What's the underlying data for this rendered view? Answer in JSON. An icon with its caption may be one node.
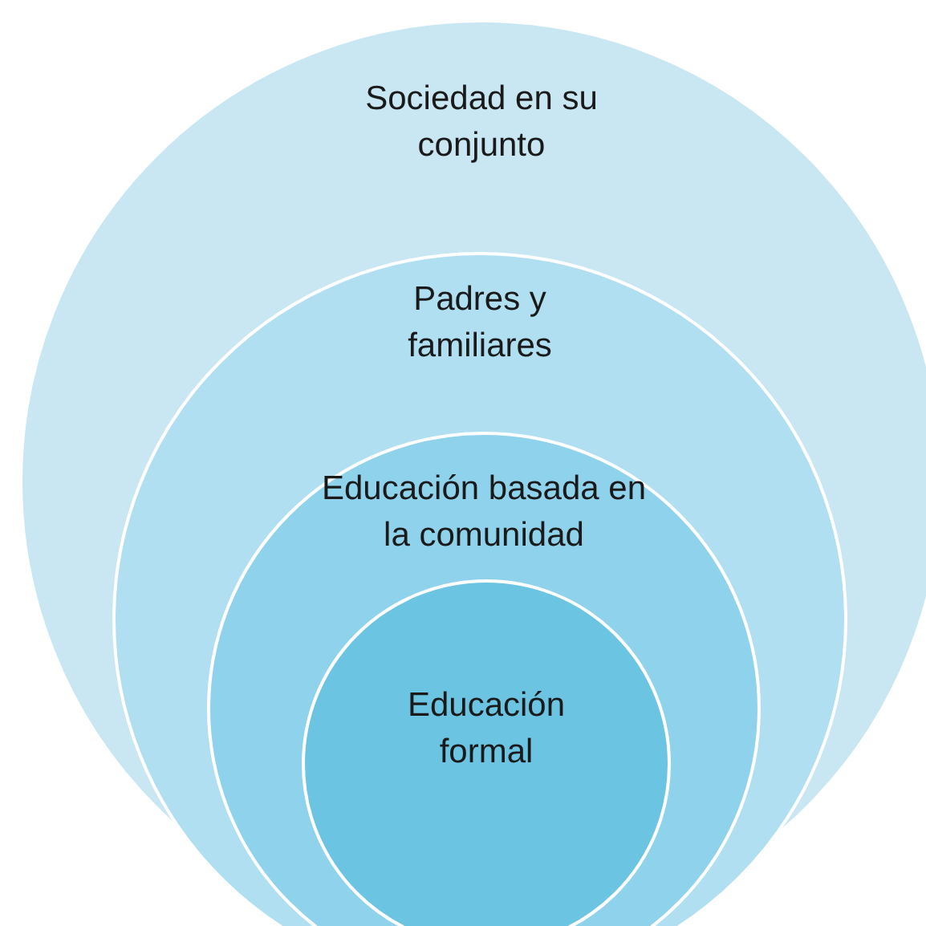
{
  "diagram": {
    "nodes": [
      {
        "text": [
          "Sociedad en su conjunto"
        ]
      },
      {
        "text": [
          "Padres y familiares"
        ],
        "in": 0
      },
      {
        "text": [
          "Educación basada en la comunidad"
        ],
        "in": 1
      },
      {
        "text": [
          "Educación formal"
        ],
        "in": 2
      }
    ]
  }
}
